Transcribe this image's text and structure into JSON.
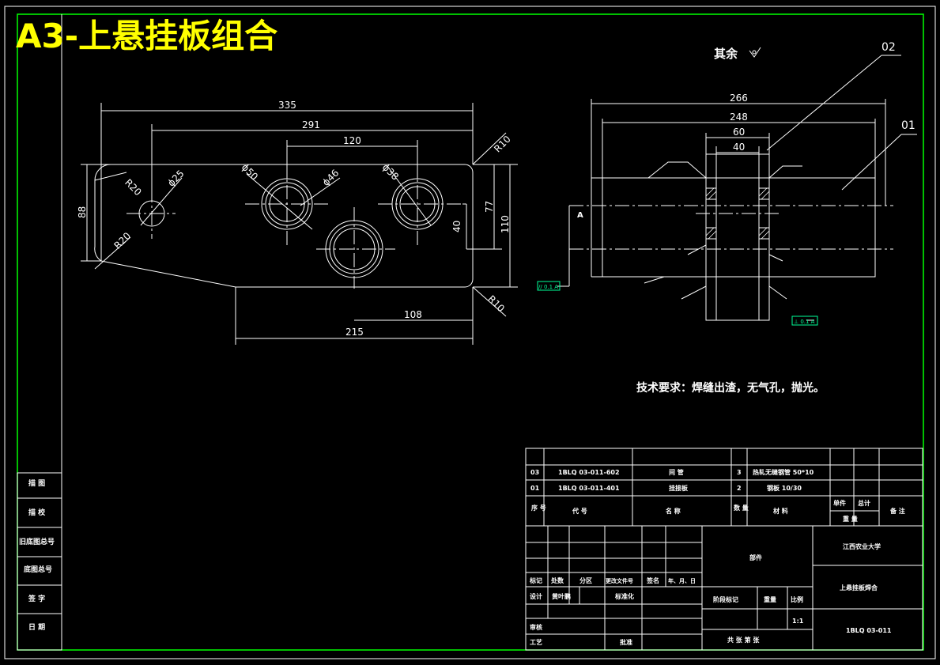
{
  "title": "A3-上悬挂板组合",
  "surface_note": "其余",
  "tech_requirements": "技术要求：焊缝出渣，无气孔，抛光。",
  "left_view": {
    "dims": {
      "d335": "335",
      "d291": "291",
      "d120": "120",
      "d215": "215",
      "d108": "108",
      "d88": "88",
      "d77": "77",
      "d110": "110",
      "d40": "40",
      "r10_top": "R10",
      "r10_bot": "R10",
      "r20_top": "R20",
      "r20_bot": "R20",
      "phi25": "ϕ25",
      "phi50": "ϕ50",
      "phi46": "ϕ46",
      "phi38": "ϕ38"
    }
  },
  "right_view": {
    "dims": {
      "d266": "266",
      "d248": "248",
      "d60": "60",
      "d40": "40"
    },
    "balloon_01": "01",
    "balloon_02": "02",
    "datum": "A",
    "tol_left": "// 0.1 A",
    "tol_right": "⊥ 0.1 A"
  },
  "side_table": {
    "rows": [
      "描 图",
      "描 校",
      "旧底图总号",
      "底图总号",
      "签 字",
      "日 期"
    ]
  },
  "parts_list": {
    "rows": [
      {
        "no": "03",
        "code": "1BLQ 03-011-602",
        "name": "间 管",
        "qty": "3",
        "material": "热轧无缝钢管 50*10"
      },
      {
        "no": "01",
        "code": "1BLQ 03-011-401",
        "name": "挂接板",
        "qty": "2",
        "material": "钢板 10/30"
      }
    ],
    "header": {
      "no": "序\n号",
      "code": "代 号",
      "name": "名 称",
      "qty": "数\n量",
      "material": "材 料",
      "unit": "单件",
      "total": "总计",
      "weight": "重 量",
      "remark": "备 注"
    }
  },
  "title_block": {
    "labels": {
      "mark": "标记",
      "count": "处数",
      "zone": "分区",
      "doc": "更改文件号",
      "sign": "签名",
      "date": "年、月、日",
      "design": "设计",
      "designer": "黄叶鹏",
      "std": "标准化",
      "review": "审核",
      "process": "工艺",
      "approve": "批准"
    },
    "part_type": "部件",
    "school": "江西农业大学",
    "drawing_name": "上悬挂板焊合",
    "stage": "阶段标记",
    "weight": "重量",
    "scale_label": "比例",
    "scale": "1:1",
    "sheets": "共 张 第 张",
    "drawing_no": "1BLQ 03-011"
  }
}
